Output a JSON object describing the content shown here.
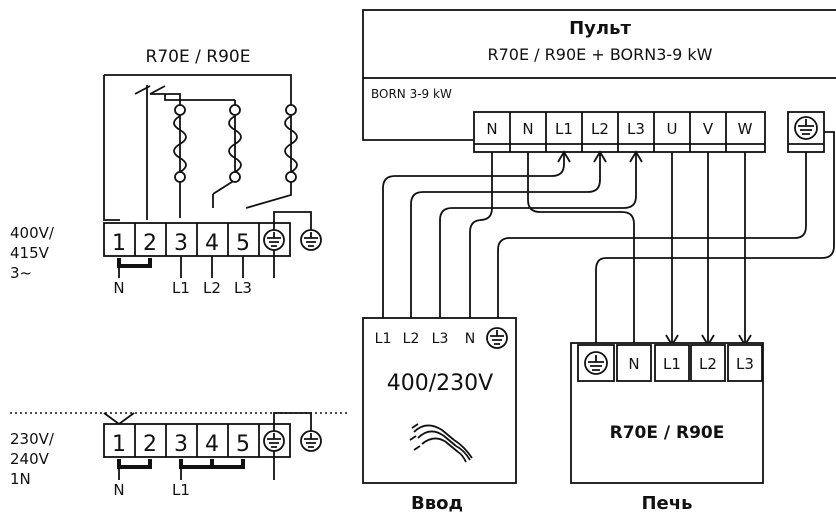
{
  "left": {
    "title": "R70E / R90E",
    "voltage_3phase": [
      "400V/",
      "415V",
      "3~"
    ],
    "voltage_1phase": [
      "230V/",
      "240V",
      "1N"
    ],
    "terminal_numbers": [
      "1",
      "2",
      "3",
      "4",
      "5"
    ],
    "top_labels": [
      "N",
      "L1",
      "L2",
      "L3"
    ],
    "bottom_labels": [
      "N",
      "L1"
    ]
  },
  "panel": {
    "title": "Пульт",
    "subtitle": "R70E / R90E + BORN3-9 kW",
    "subpanel_label": "BORN 3-9 kW",
    "terminals": [
      "N",
      "N",
      "L1",
      "L2",
      "L3",
      "U",
      "V",
      "W"
    ]
  },
  "supply": {
    "terminals": [
      "L1",
      "L2",
      "L3",
      "N"
    ],
    "voltage": "400/230V",
    "caption": "Ввод"
  },
  "heater": {
    "terminals": [
      "N",
      "L1",
      "L2",
      "L3"
    ],
    "model": "R70E / R90E",
    "caption": "Печь"
  },
  "icons": [
    "ground-icon",
    "cable-icon",
    "heating-element-icon"
  ]
}
